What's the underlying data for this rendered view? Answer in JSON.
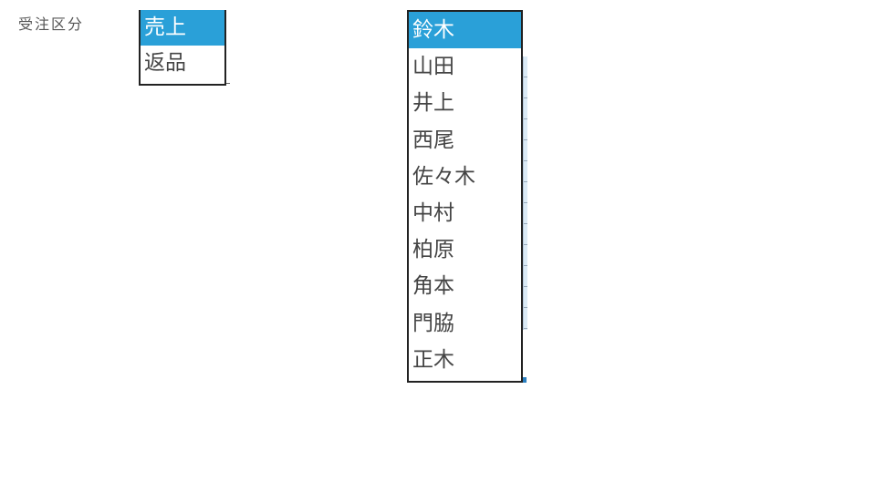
{
  "order_type": {
    "label": "受注区分",
    "options": [
      "売上",
      "返品"
    ],
    "selected": "売上"
  },
  "staff": {
    "options": [
      "鈴木",
      "山田",
      "井上",
      "西尾",
      "佐々木",
      "中村",
      "柏原",
      "角本",
      "門脇",
      "正木"
    ],
    "selected": "鈴木"
  },
  "colors": {
    "selection": "#2aa0d8",
    "border": "#222222"
  }
}
